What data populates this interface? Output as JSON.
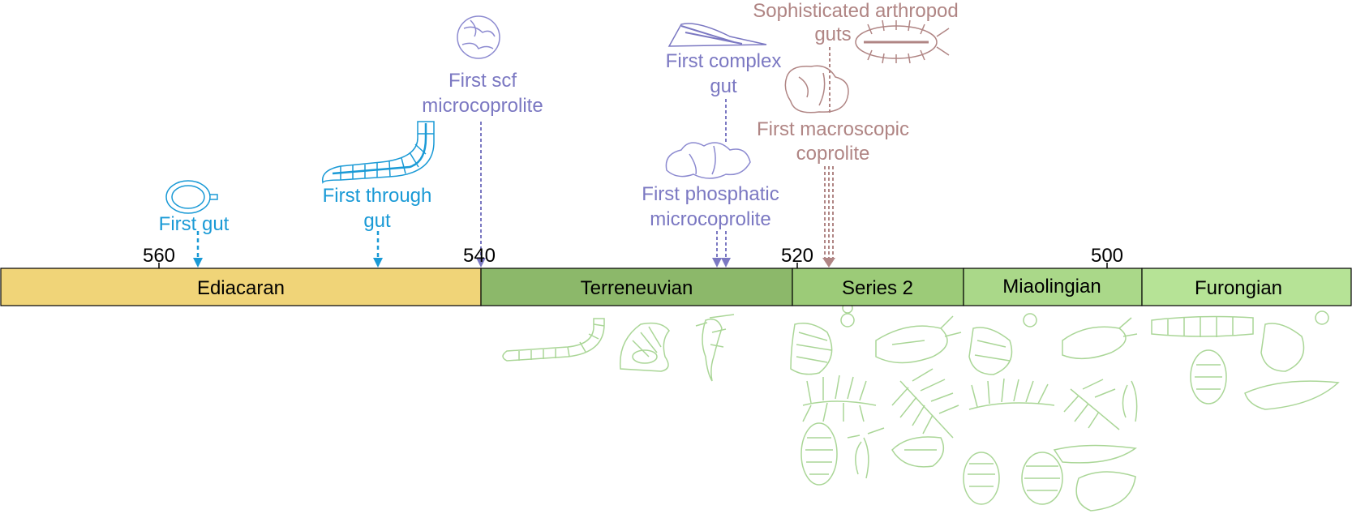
{
  "timeline": {
    "ticks": [
      {
        "age": 560,
        "label": "560"
      },
      {
        "age": 540,
        "label": "540"
      },
      {
        "age": 520,
        "label": "520"
      },
      {
        "age": 500,
        "label": "500"
      }
    ],
    "periods": [
      {
        "id": "ediacaran",
        "label": "Ediacaran",
        "color": "#f0d478"
      },
      {
        "id": "terreneuvian",
        "label": "Terreneuvian",
        "color": "#8cb86a"
      },
      {
        "id": "series-2",
        "label": "Series 2",
        "color": "#9ccb78"
      },
      {
        "id": "miaolingian",
        "label": "Miaolingian",
        "color": "#aad889"
      },
      {
        "id": "furongian",
        "label": "Furongian",
        "color": "#b6e396"
      }
    ]
  },
  "events": {
    "first_gut": {
      "line1": "First gut",
      "line2": "",
      "color": "#1a9ad6"
    },
    "first_through_gut": {
      "line1": "First through",
      "line2": "gut",
      "color": "#1a9ad6"
    },
    "first_scf": {
      "line1": "First scf",
      "line2": "microcoprolite",
      "color": "#7b78c2"
    },
    "first_complex_gut": {
      "line1": "First complex",
      "line2": "gut",
      "color": "#7b78c2"
    },
    "first_phosphatic": {
      "line1": "First phosphatic",
      "line2": "microcoprolite",
      "color": "#7b78c2"
    },
    "arthropod_guts": {
      "line1": "Sophisticated arthropod",
      "line2": "guts",
      "color": "#b08584"
    },
    "macroscopic_coprolite": {
      "line1": "First macroscopic",
      "line2": "coprolite",
      "color": "#b08584"
    }
  },
  "fossil_color": "#9ccf85"
}
